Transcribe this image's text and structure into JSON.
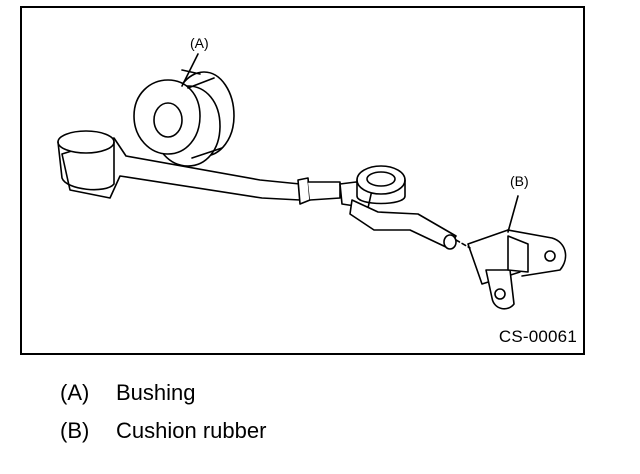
{
  "figure": {
    "id_text": "CS-00061",
    "callouts": [
      {
        "key": "A",
        "text": "(A)"
      },
      {
        "key": "B",
        "text": "(B)"
      }
    ]
  },
  "legend": {
    "items": [
      {
        "key": "(A)",
        "label": "Bushing"
      },
      {
        "key": "(B)",
        "label": "Cushion rubber"
      }
    ]
  }
}
